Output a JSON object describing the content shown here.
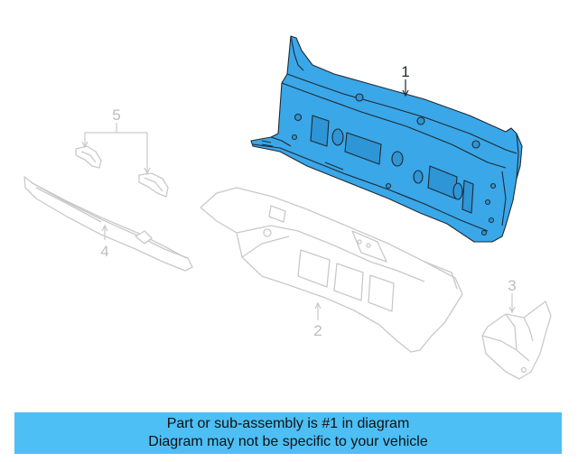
{
  "diagram": {
    "callouts": {
      "part1": "1",
      "part2": "2",
      "part3": "3",
      "part4": "4",
      "part5": "5"
    },
    "colors": {
      "highlight": "#3aa7e8",
      "ghost": "#c9c9c9",
      "outline": "#1f2a33",
      "banner": "#4dbff5"
    }
  },
  "banner": {
    "line1": "Part or sub-assembly is #1 in diagram",
    "line2": "Diagram may not be specific to your vehicle"
  }
}
